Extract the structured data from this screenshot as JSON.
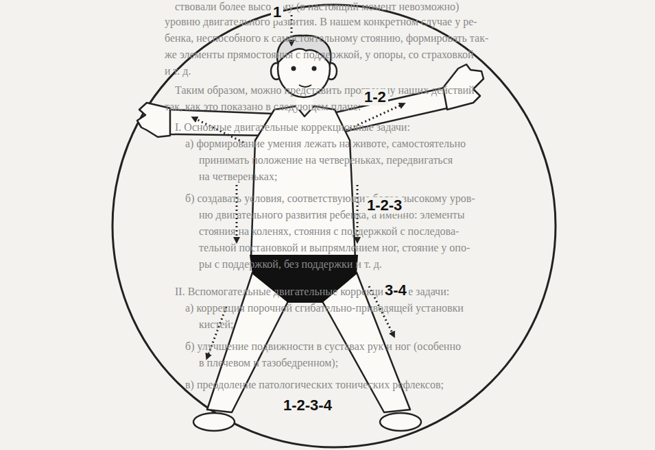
{
  "diagram": {
    "labels": [
      "ствовали более высокому (в настоящий момент невозможно)",
      "уровню двигательного развития. В нашем конкретном случае у ре-",
      "бенка, неспособного к самостоятельному стоянию, формировать так-",
      "же элементы прямостояния с поддержкой, у опоры, со страховкой",
      "и т. д.",
      "Таким образом, можно представить программу наших действий",
      "так, как это показано в следующем плане:",
      "I. Основные двигательные коррекционные задачи:",
      "а) формирование умения лежать на животе, самостоятельно",
      "принимать положение на четвереньках, передвигаться",
      "на четвереньках;",
      "б) создавать условия, соответствующие более высокому уров-",
      "ню двигательного развития ребенка, а именно: элементы",
      "стояния на коленях, стояния с поддержкой с последова-",
      "тельной постановкой и выпрямлением ног, стояние у опо-",
      "ры с поддержкой, без поддержки и т. д.",
      "II. Вспомогательные двигательные коррекционные задачи:",
      "а) коррекция порочной сгибательно-приводящей установки",
      "кистей;",
      "б) улучшение подвижности в суставах рук и ног (особенно",
      "в плечевом и тазобедренном);",
      "в) преодоление патологических тонических рефлексов;",
      "1",
      "1-2",
      "1-2-3",
      "3-4",
      "1-2-3-4"
    ]
  }
}
